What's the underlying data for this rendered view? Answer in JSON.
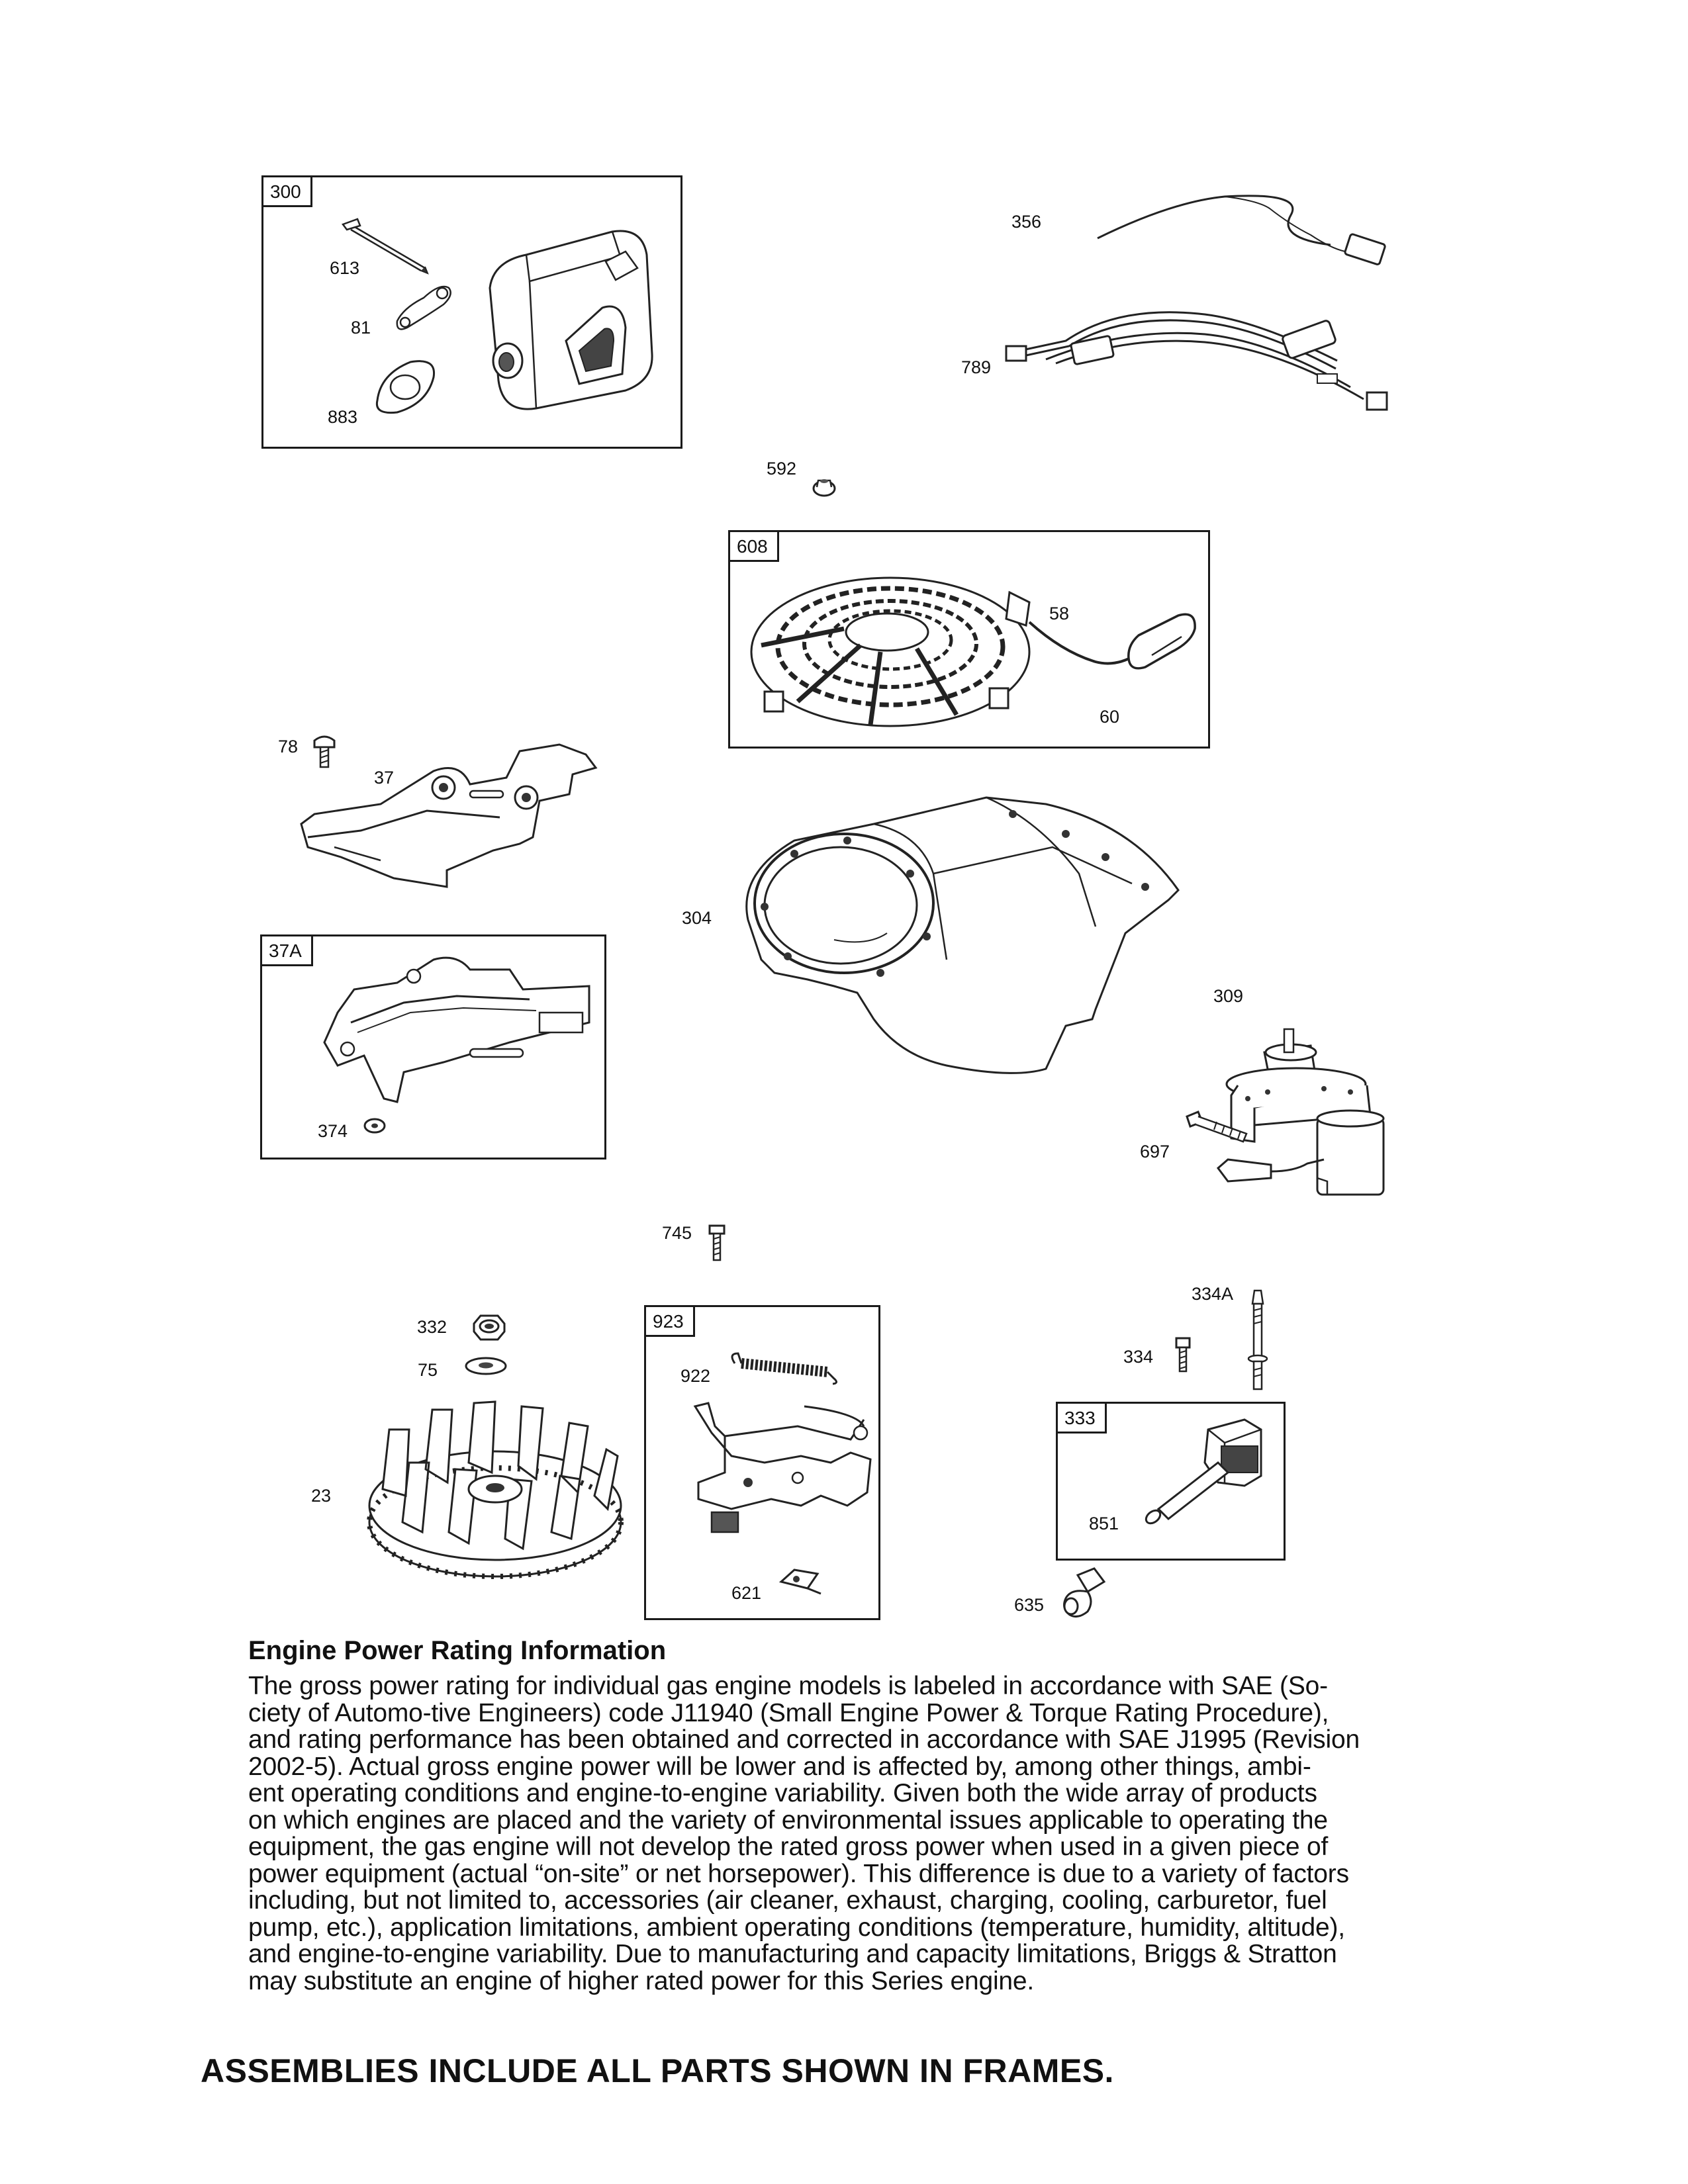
{
  "frames": {
    "f300": "300",
    "f608": "608",
    "f37a": "37A",
    "f923": "923",
    "f333": "333"
  },
  "callouts": {
    "c613": "613",
    "c81": "81",
    "c883": "883",
    "c356": "356",
    "c789": "789",
    "c592": "592",
    "c58": "58",
    "c60": "60",
    "c78": "78",
    "c37": "37",
    "c304": "304",
    "c374": "374",
    "c309": "309",
    "c697": "697",
    "c745": "745",
    "c332": "332",
    "c75": "75",
    "c23": "23",
    "c922": "922",
    "c621": "621",
    "c334a": "334A",
    "c334": "334",
    "c851": "851",
    "c635": "635"
  },
  "info": {
    "title": "Engine Power Rating Information",
    "lines": [
      "The gross power rating for individual gas engine models is labeled in accordance with SAE (So-",
      "ciety of Automo-tive Engineers) code J11940 (Small Engine Power & Torque Rating Procedure),",
      "and rating performance has been obtained and corrected in accordance with SAE J1995 (Revision",
      "2002-5).  Actual gross engine power will be lower and is affected by, among other things, ambi-",
      "ent operating conditions and engine-to-engine variability.  Given both the wide array of products",
      "on which engines are placed and the variety of environmental issues applicable to operating the",
      "equipment, the gas engine will not develop the rated gross power when used in a given piece of",
      "power equipment (actual “on-site” or net horsepower).  This difference is due to a variety of factors",
      "including, but not limited to, accessories (air cleaner, exhaust, charging, cooling, carburetor, fuel",
      "pump, etc.), application limitations, ambient operating conditions (temperature, humidity, altitude),",
      "and engine-to-engine variability.  Due to manufacturing and capacity limitations, Briggs & Stratton",
      "may substitute an engine of higher rated power for this Series engine."
    ]
  },
  "footer": "ASSEMBLIES INCLUDE ALL PARTS SHOWN IN FRAMES."
}
